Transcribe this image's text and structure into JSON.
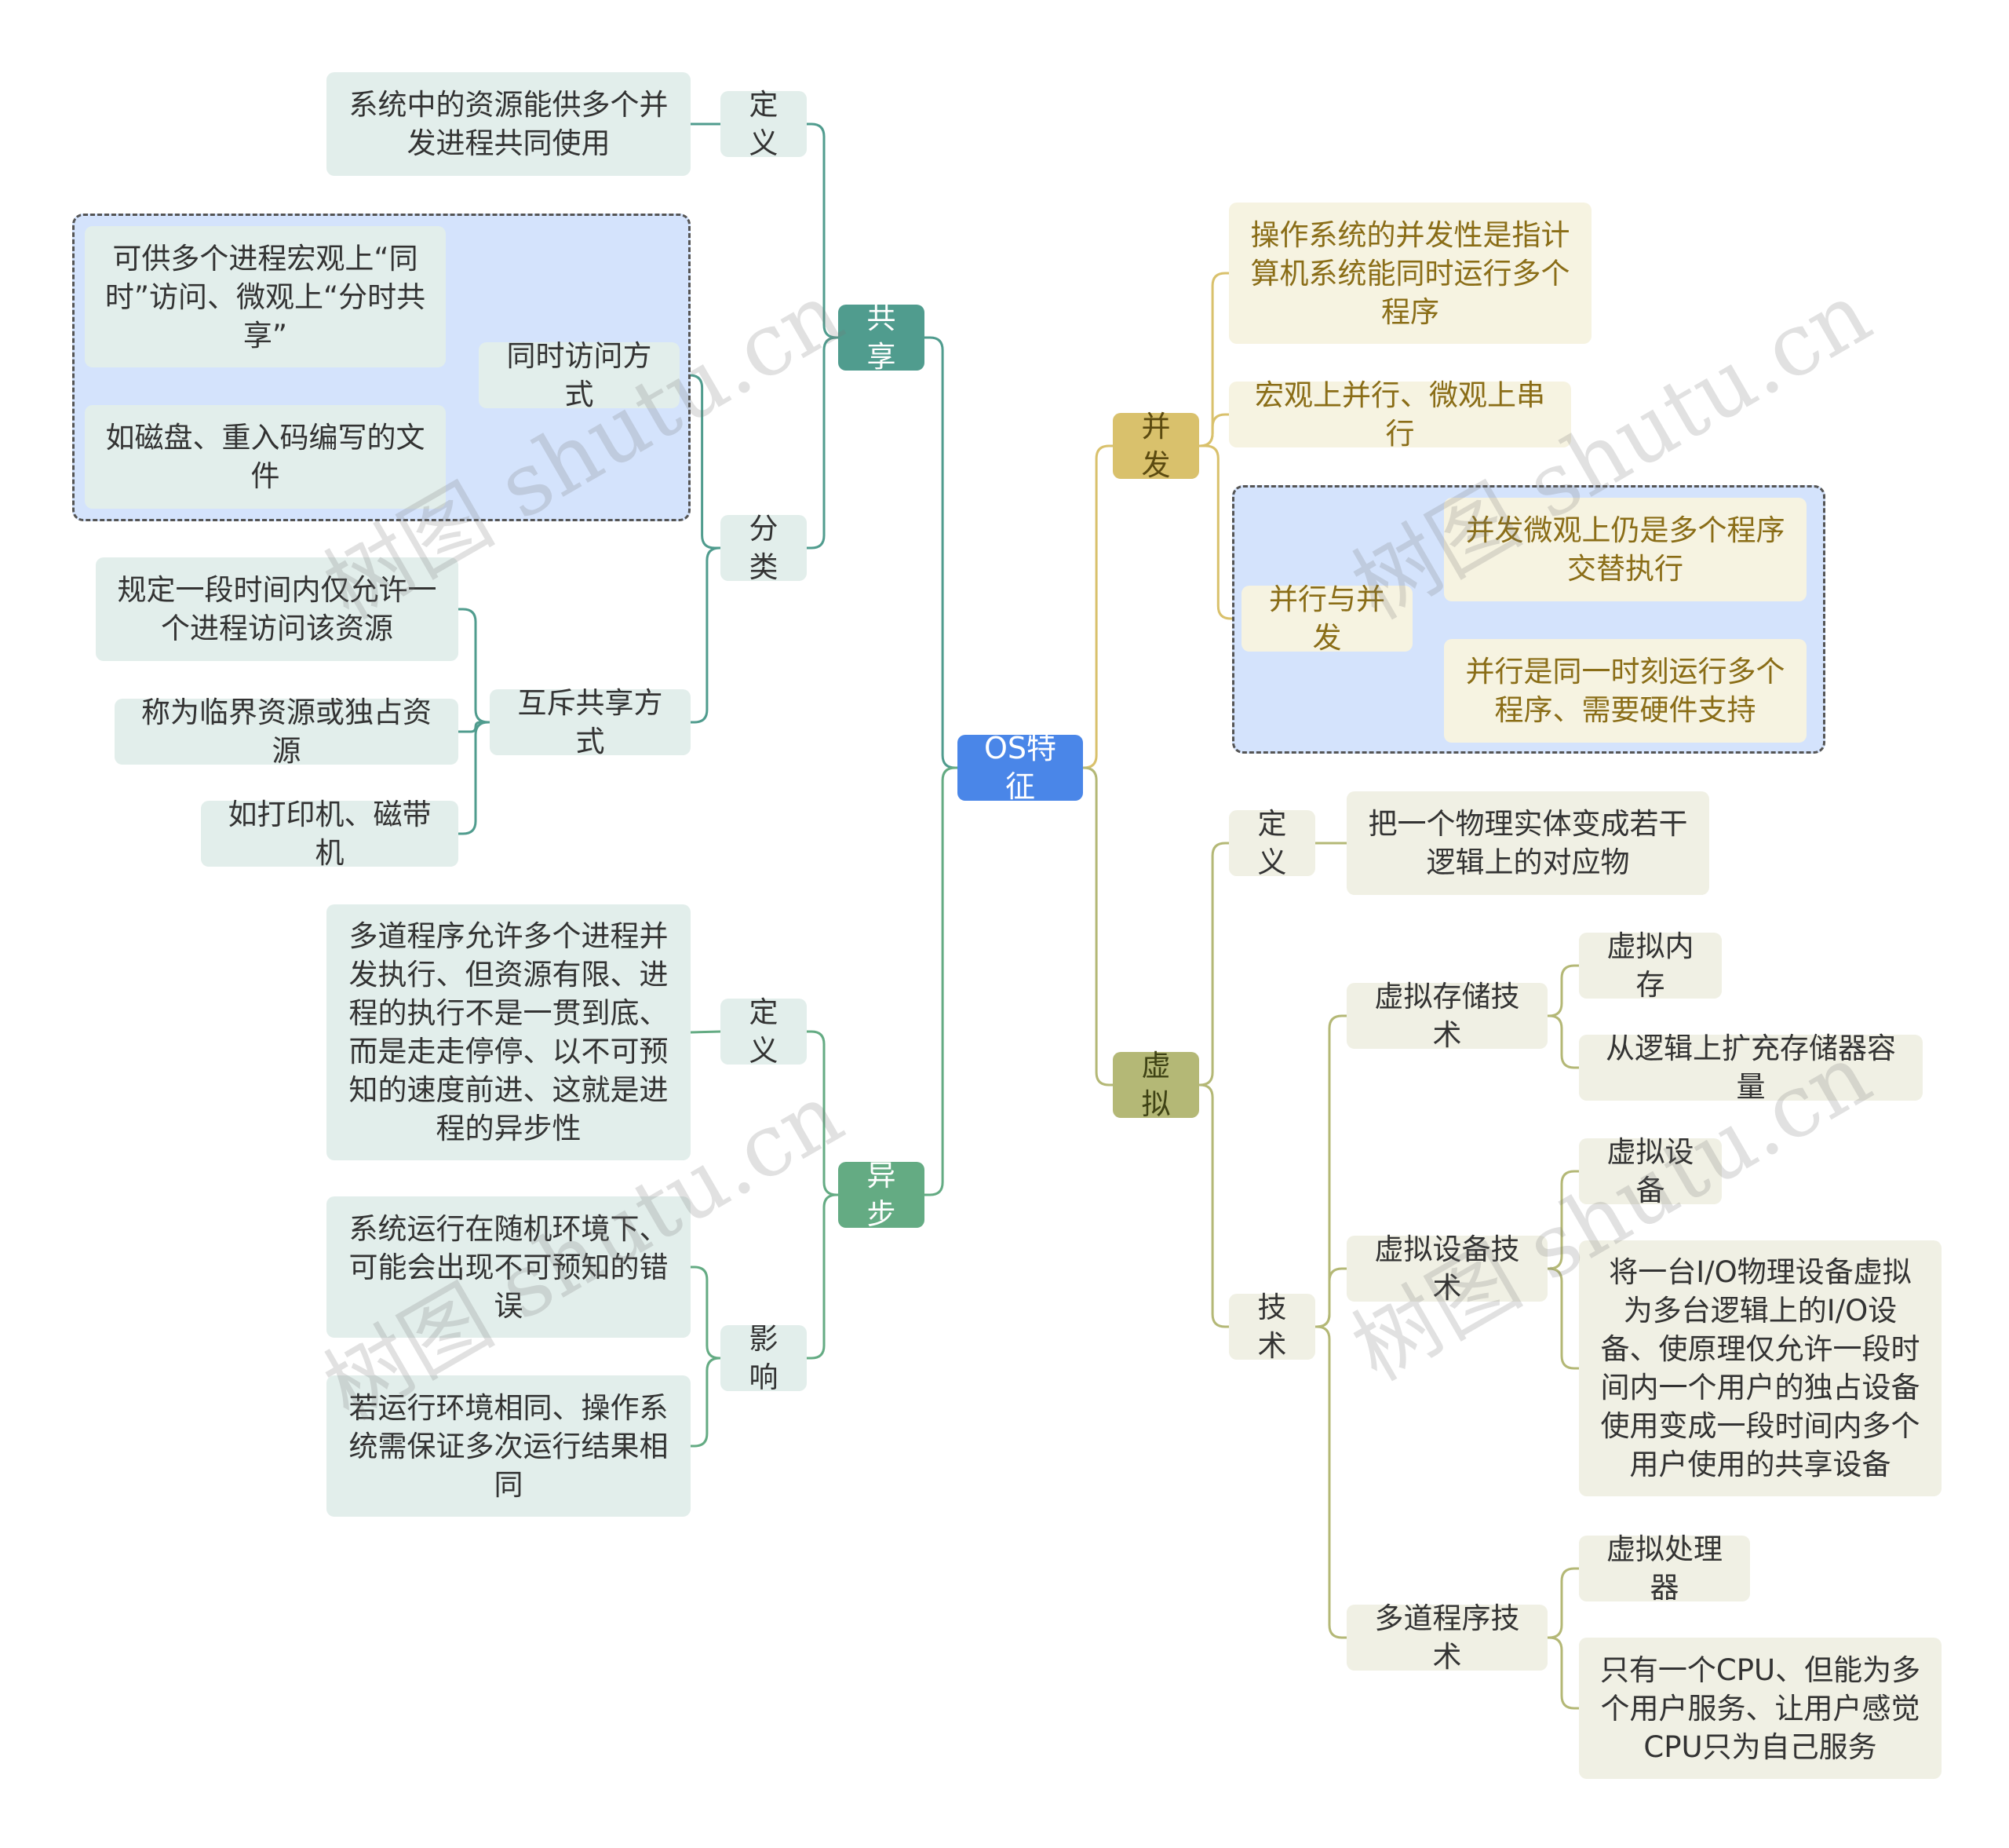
{
  "root": "OS特征",
  "share": {
    "label": "共享",
    "def_label": "定义",
    "def_text": "系统中的资源能供多个并发进程共同使用",
    "class_label": "分类",
    "simul_label": "同时访问方式",
    "simul_items": [
      "可供多个进程宏观上“同时”访问、微观上“分时共享”",
      "如磁盘、重入码编写的文件"
    ],
    "mutex_label": "互斥共享方式",
    "mutex_items": [
      "规定一段时间内仅允许一个进程访问该资源",
      "称为临界资源或独占资源",
      "如打印机、磁带机"
    ]
  },
  "async": {
    "label": "异步",
    "def_label": "定义",
    "def_text": "多道程序允许多个进程并发执行、但资源有限、进程的执行不是一贯到底、而是走走停停、以不可预知的速度前进、这就是进程的异步性",
    "impact_label": "影响",
    "impact_items": [
      "系统运行在随机环境下、可能会出现不可预知的错误",
      "若运行环境相同、操作系统需保证多次运行结果相同"
    ]
  },
  "concurrency": {
    "label": "并发",
    "items": [
      "操作系统的并发性是指计算机系统能同时运行多个程序",
      "宏观上并行、微观上串行"
    ],
    "pc_label": "并行与并发",
    "pc_items": [
      "并发微观上仍是多个程序交替执行",
      "并行是同一时刻运行多个程序、需要硬件支持"
    ]
  },
  "virtual": {
    "label": "虚拟",
    "def_label": "定义",
    "def_text": "把一个物理实体变成若干逻辑上的对应物",
    "tech_label": "技术",
    "storage_label": "虚拟存储技术",
    "storage_items": [
      "虚拟内存",
      "从逻辑上扩充存储器容量"
    ],
    "device_label": "虚拟设备技术",
    "device_items": [
      "虚拟设备",
      "将一台I/O物理设备虚拟为多台逻辑上的I/O设备、使原理仅允许一段时间内一个用户的独占设备使用变成一段时间内多个用户使用的共享设备"
    ],
    "multi_label": "多道程序技术",
    "multi_items": [
      "虚拟处理器",
      "只有一个CPU、但能为多个用户服务、让用户感觉CPU只为自己服务"
    ]
  },
  "colors": {
    "share_line": "#509c8e",
    "async_line": "#64ab83",
    "conc_line": "#d9c16c",
    "virt_line": "#b4b876"
  },
  "watermark": "树图 shutu.cn"
}
